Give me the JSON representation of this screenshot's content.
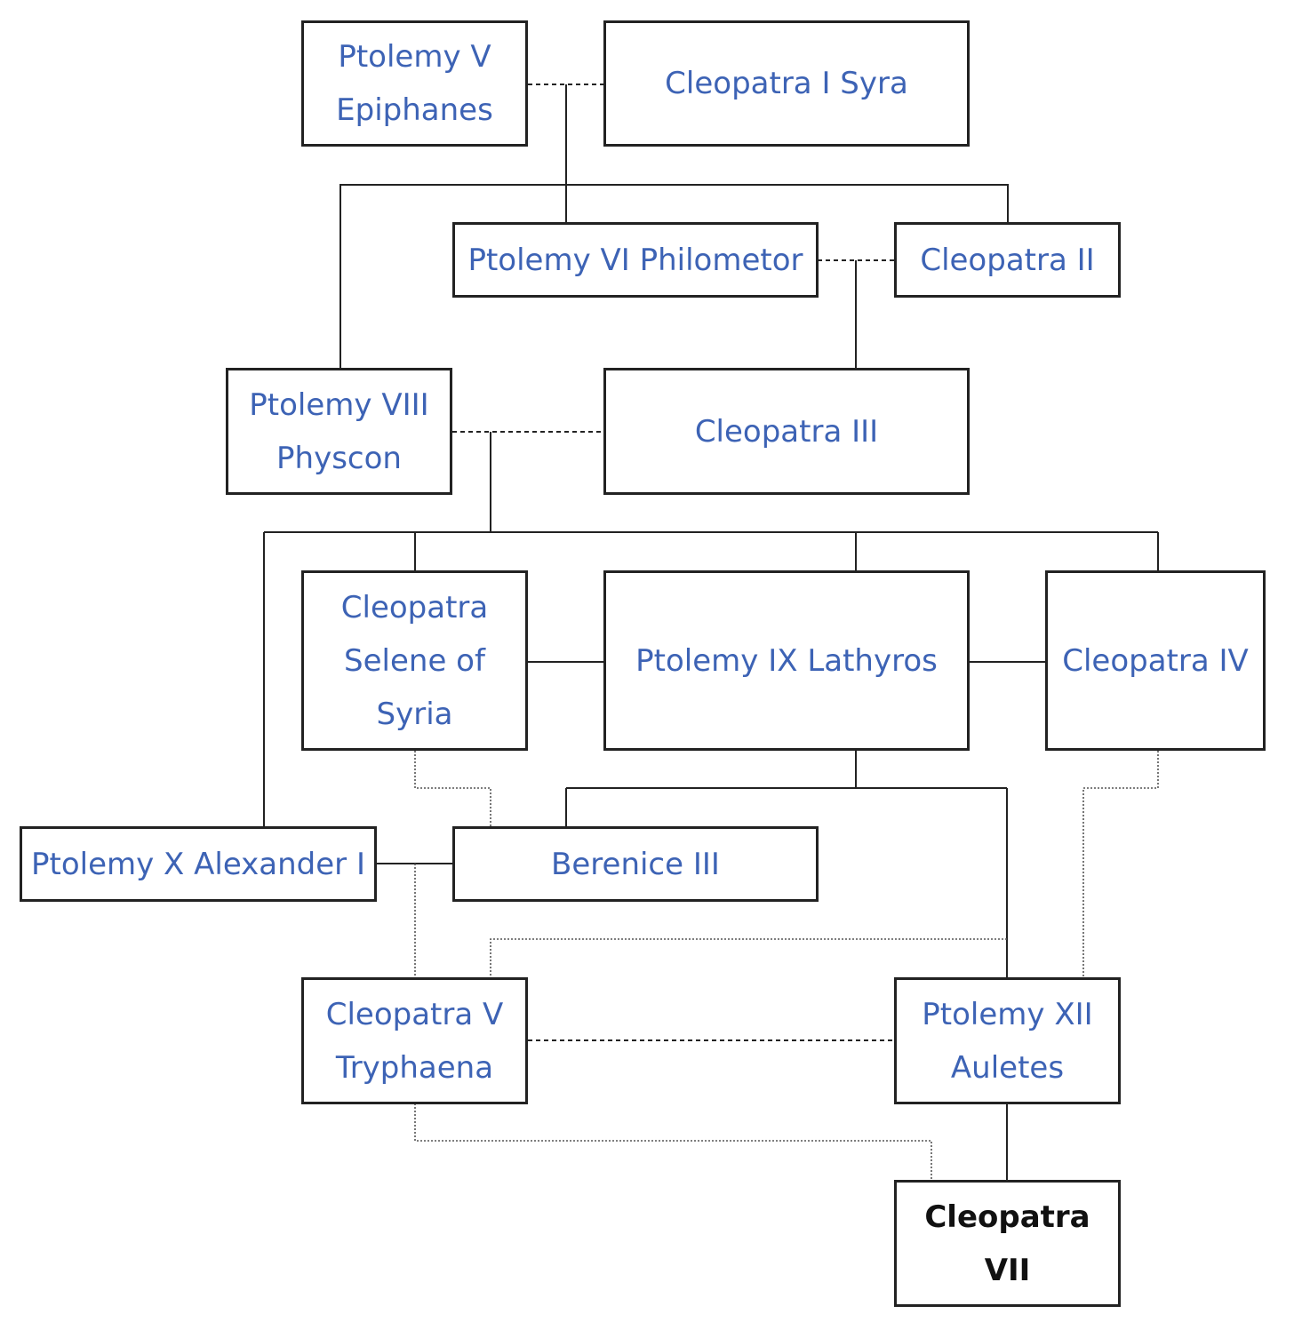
{
  "tree": {
    "persons": {
      "ptolemy_v": "Ptolemy V Epiphanes",
      "cleopatra_i": "Cleopatra I Syra",
      "ptolemy_vi": "Ptolemy VI Philometor",
      "cleopatra_ii": "Cleopatra II",
      "ptolemy_viii": "Ptolemy VIII Physcon",
      "cleopatra_iii": "Cleopatra III",
      "cleopatra_selene": "Cleopatra Selene of Syria",
      "ptolemy_ix": "Ptolemy IX Lathyros",
      "cleopatra_iv": "Cleopatra IV",
      "ptolemy_x": "Ptolemy X Alexander I",
      "berenice_iii": "Berenice III",
      "cleopatra_v": "Cleopatra V Tryphaena",
      "ptolemy_xii": "Ptolemy XII Auletes",
      "cleopatra_vii": "Cleopatra VII"
    },
    "colors": {
      "link_text": "#3d63b5",
      "current_text": "#111111",
      "border": "#222222"
    }
  }
}
